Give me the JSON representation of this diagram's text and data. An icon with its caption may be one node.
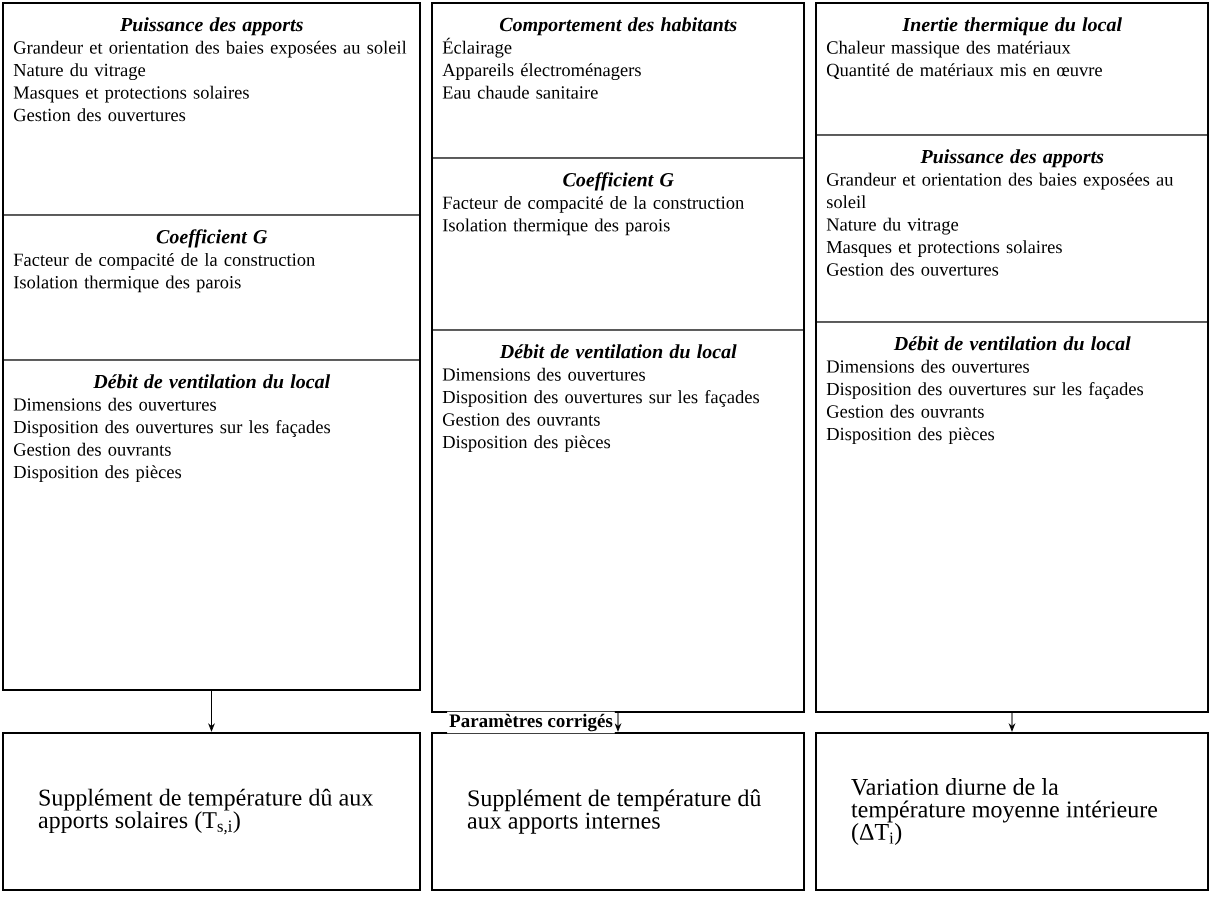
{
  "diagram": {
    "nodes": [
      {
        "text": [],
        "shape": "box"
      },
      {
        "text": [
          "Puissance des apports",
          "Grandeur et orientation des baies exposées au soleil",
          "Nature du vitrage",
          "Masques et protections solaires",
          "Gestion des ouvertures"
        ],
        "in": 0
      },
      {
        "text": [
          "Coefficient G",
          "Facteur de compacité de la construction",
          "Isolation thermique des parois"
        ],
        "in": 0
      },
      {
        "text": [
          "Débit de ventilation du local",
          "Dimensions des ouvertures",
          "Disposition des ouvertures sur les façades",
          "Gestion des ouvrants",
          "Disposition des pièces"
        ],
        "in": 0
      },
      {
        "text": [],
        "shape": "box"
      },
      {
        "text": [
          "Comportement des habitants",
          "Éclairage",
          "Appareils électroménagers",
          "Eau chaude sanitaire"
        ],
        "in": 4
      },
      {
        "text": [
          "Coefficient G",
          "Facteur de compacité de la construction",
          "Isolation thermique des parois"
        ],
        "in": 4
      },
      {
        "text": [
          "Débit de ventilation du local",
          "Dimensions des ouvertures",
          "Disposition des ouvertures sur les façades",
          "Gestion des ouvrants",
          "Disposition des pièces"
        ],
        "in": 4
      },
      {
        "text": [],
        "shape": "box"
      },
      {
        "text": [
          "Inertie thermique du local",
          "Chaleur massique des matériaux",
          "Quantité de matériaux mis en œuvre"
        ],
        "in": 8
      },
      {
        "text": [
          "Puissance des apports",
          "Grandeur et orientation des baies exposées au soleil",
          "Nature du vitrage",
          "Masques et protections solaires",
          "Gestion des ouvertures"
        ],
        "in": 8
      },
      {
        "text": [
          "Débit de ventilation du local",
          "Dimensions des ouvertures",
          "Disposition des ouvertures sur les façades",
          "Gestion des ouvrants",
          "Disposition des pièces"
        ],
        "in": 8
      },
      {
        "text": [
          "Supplément de température dû aux apports solaires (T$_{s,i}$)"
        ]
      },
      {
        "text": [
          "Supplément de température dû aux apports internes"
        ]
      },
      {
        "text": [
          "Variation diurne de la température moyenne intérieure (ΔT$_{i}$)"
        ]
      }
    ],
    "edges": [
      {
        "from": 0,
        "to": 12,
        "arrow": "to"
      },
      {
        "from": 4,
        "to": 13,
        "arrow": "to",
        "label": "Paramètres corrigés"
      },
      {
        "from": 8,
        "to": 14,
        "arrow": "to"
      }
    ]
  }
}
